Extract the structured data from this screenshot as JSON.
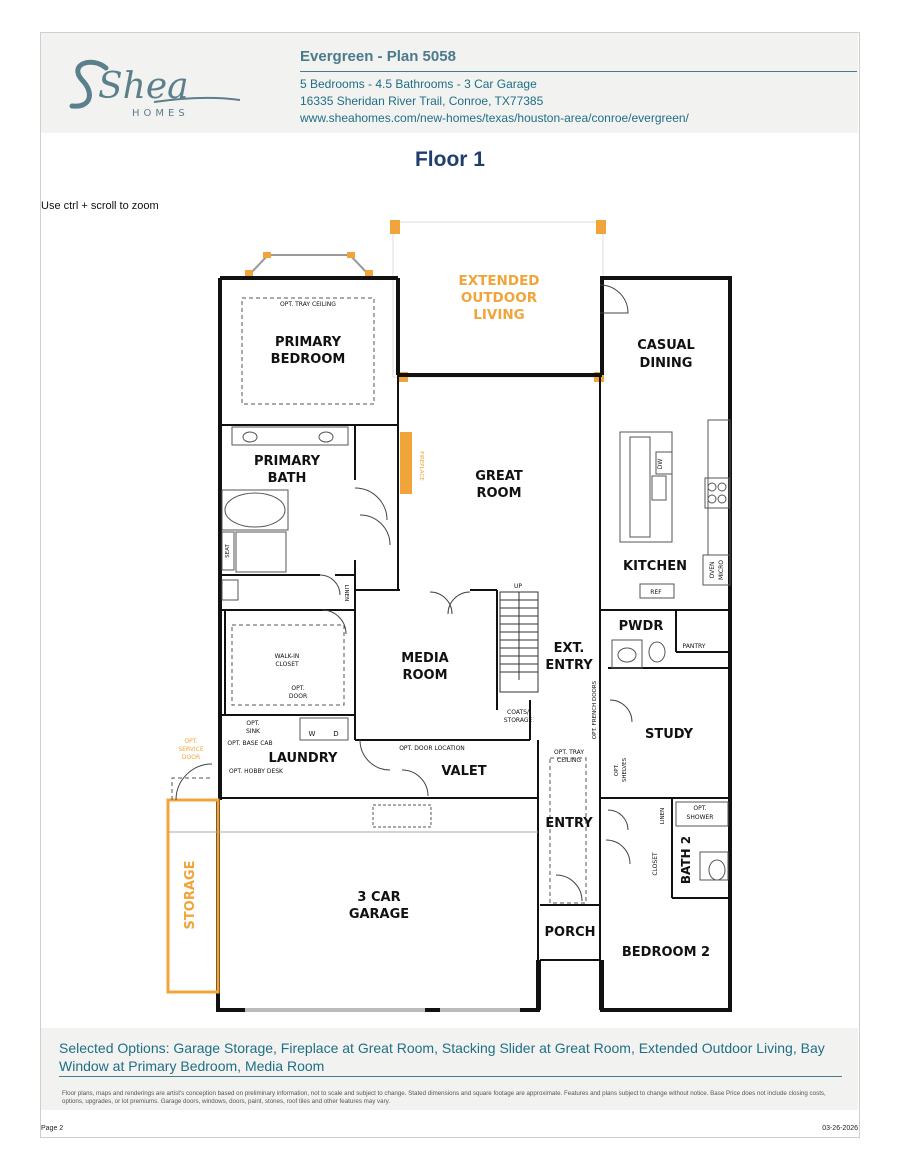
{
  "header": {
    "brand": "Shea",
    "brand_sub": "HOMES",
    "title": "Evergreen - Plan 5058",
    "specs": "5 Bedrooms - 4.5 Bathrooms - 3 Car Garage",
    "address": "16335 Sheridan River Trail, Conroe, TX77385",
    "url": "www.sheahomes.com/new-homes/texas/houston-area/conroe/evergreen/"
  },
  "floor_title": "Floor 1",
  "zoom_hint": "Use ctrl + scroll to zoom",
  "rooms": {
    "outdoor_1": "EXTENDED",
    "outdoor_2": "OUTDOOR",
    "outdoor_3": "LIVING",
    "primary_bed_1": "PRIMARY",
    "primary_bed_2": "BEDROOM",
    "tray_ceiling": "OPT. TRAY CEILING",
    "casual_dining_1": "CASUAL",
    "casual_dining_2": "DINING",
    "primary_bath_1": "PRIMARY",
    "primary_bath_2": "BATH",
    "great_room_1": "GREAT",
    "great_room_2": "ROOM",
    "fireplace": "FIREPLACE",
    "seat": "SEAT",
    "dw": "DW",
    "oven": "OVEN",
    "micro": "MICRO",
    "kitchen": "KITCHEN",
    "ref": "REF",
    "linen": "LINEN",
    "up": "UP",
    "media_1": "MEDIA",
    "media_2": "ROOM",
    "ext_entry_1": "EXT.",
    "ext_entry_2": "ENTRY",
    "pwdr": "PWDR",
    "pantry": "PANTRY",
    "walkin_1": "WALK-IN",
    "walkin_2": "CLOSET",
    "opt_door_1": "OPT.",
    "opt_door_2": "DOOR",
    "coats_1": "COATS/",
    "coats_2": "STORAGE",
    "french_doors": "OPT. FRENCH DOORS",
    "study": "STUDY",
    "opt_sink_1": "OPT.",
    "opt_sink_2": "SINK",
    "opt_base_cab": "OPT. BASE CAB",
    "w": "W",
    "d": "D",
    "opt_door_location": "OPT. DOOR LOCATION",
    "tray2_1": "OPT. TRAY",
    "tray2_2": "CEILING",
    "service_door_1": "OPT.",
    "service_door_2": "SERVICE",
    "service_door_3": "DOOR",
    "laundry": "LAUNDRY",
    "valet": "VALET",
    "hobby_desk": "OPT. HOBBY DESK",
    "opt_shelves_1": "OPT.",
    "opt_shelves_2": "SHELVES",
    "opt_shower_1": "OPT.",
    "opt_shower_2": "SHOWER",
    "entry": "ENTRY",
    "closet": "CLOSET",
    "bath2": "BATH 2",
    "garage_1": "3 CAR",
    "garage_2": "GARAGE",
    "storage": "STORAGE",
    "porch": "PORCH",
    "bedroom2": "BEDROOM 2"
  },
  "selected_options": "Selected Options: Garage Storage, Fireplace at Great Room, Stacking Slider at Great Room, Extended Outdoor Living, Bay Window at Primary Bedroom, Media Room",
  "disclaimer": "Floor plans, maps and renderings are artist's conception based on preliminary information, not to scale and subject to change. Stated dimensions and square footage are approximate. Features and plans subject to change without notice. Base Price does not include closing costs, options, upgrades, or lot premiums. Garage doors, windows, doors, paint, stones, roof tiles and other features may vary.",
  "footer": {
    "page": "Page 2",
    "date": "03-26-2026"
  },
  "colors": {
    "accent": "#1f6f86",
    "option_orange": "#f0a43a",
    "wall": "#111111",
    "title_navy": "#1f3d6d"
  }
}
